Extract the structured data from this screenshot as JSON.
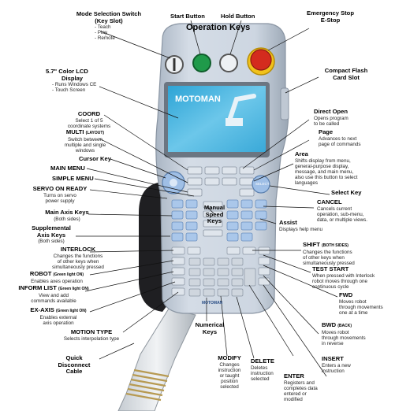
{
  "top": {
    "mode_switch": {
      "title1": "Mode Selection Switch",
      "title2": "(Key Slot)",
      "items": [
        "- Teach",
        "- Play",
        "- Remote"
      ]
    },
    "start": "Start Button",
    "hold": "Hold Button",
    "estop1": "Emergency Stop",
    "estop2": "E-Stop",
    "operation_keys": "Operation Keys"
  },
  "left": {
    "lcd": {
      "title1": "5.7\" Color LCD",
      "title2": "Display",
      "items": [
        "- Runs Windows CE",
        "- Touch Screen"
      ]
    },
    "coord": {
      "title": "COORD",
      "desc": [
        "Select 1 of 5",
        "coordinate systems"
      ]
    },
    "multi": {
      "title": "MULTI",
      "small": "(LAYOUT)",
      "desc": [
        "Switch between",
        "multiple and single",
        "windows"
      ]
    },
    "cursor": "Cursor Key",
    "main_menu": "MAIN MENU",
    "simple_menu": "SIMPLE MENU",
    "servo": {
      "title": "SERVO ON READY",
      "desc": [
        "Turns on servo",
        "power supply"
      ]
    },
    "main_axis": {
      "title": "Main Axis Keys",
      "desc": [
        "(Both sides)"
      ]
    },
    "supp_axis": {
      "title1": "Supplemental",
      "title2": "Axis Keys",
      "desc": [
        "(Both sides)"
      ]
    },
    "interlock": {
      "title": "INTERLOCK",
      "desc": [
        "Changes the functions",
        "of other keys when",
        "simultaneously pressed"
      ]
    },
    "robot": {
      "title": "ROBOT",
      "small": "(Green light ON)",
      "desc": [
        "Enables axes operation"
      ]
    },
    "inform": {
      "title": "INFORM LIST",
      "small": "(Green light ON)",
      "desc": [
        "View and add",
        "commands available"
      ]
    },
    "ex_axis": {
      "title": "EX-AXIS",
      "small": "(Green light ON)",
      "desc": [
        "Enables external",
        "axis operation"
      ]
    },
    "motion": {
      "title": "MOTION TYPE",
      "desc": [
        "Selects interpolation type"
      ]
    },
    "quick": {
      "title": [
        "Quick",
        "Disconnect",
        "Cable"
      ]
    }
  },
  "center": {
    "manual_speed": [
      "Manual",
      "Speed",
      "Keys"
    ],
    "numerical": [
      "Numerical",
      "Keys"
    ],
    "modify": {
      "title": "MODIFY",
      "desc": [
        "Changes",
        "instruction",
        "or taught",
        "position",
        "selected"
      ]
    },
    "delete": {
      "title": "DELETE",
      "desc": [
        "Deletes",
        "instruction",
        "selected"
      ]
    },
    "enter": {
      "title": "ENTER",
      "desc": [
        "Registers and",
        "completes data",
        "entered or",
        "modified"
      ]
    }
  },
  "right": {
    "compact_flash": [
      "Compact Flash",
      "Card Slot"
    ],
    "direct_open": {
      "title": "Direct Open",
      "desc": [
        "Opens program",
        "to be called"
      ]
    },
    "page": {
      "title": "Page",
      "desc": [
        "Advances to next",
        "page of commands"
      ]
    },
    "area": {
      "title": "Area",
      "desc": [
        "Shifts display from menu,",
        "general-purpose display,",
        "message, and main menu,",
        "also use this button to select",
        "languages"
      ]
    },
    "select": "Select Key",
    "cancel": {
      "title": "CANCEL",
      "desc": [
        "Cancels current",
        "operation, sub-menu,",
        "data, or multiple views."
      ]
    },
    "assist": {
      "title": "Assist",
      "desc": [
        "Displays help menu"
      ]
    },
    "shift": {
      "title": "SHIFT",
      "small": "(BOTH SIDES)",
      "desc": [
        "Changes the functions",
        "of other keys when",
        "simultaneously pressed"
      ]
    },
    "test_start": {
      "title": "TEST START",
      "desc": [
        "When pressed with Interlock",
        "robot moves through one",
        "continuous cycle"
      ]
    },
    "fwd": {
      "title": "FWD",
      "desc": [
        "Moves robot",
        "through movements",
        "one at a time"
      ]
    },
    "bwd": {
      "title": "BWD",
      "small": "(BACK)",
      "desc": [
        "Moves robot",
        "through movements",
        "in reverse"
      ]
    },
    "insert": {
      "title": "INSERT",
      "desc": [
        "Enters a new",
        "instruction"
      ]
    }
  },
  "device": {
    "brand": "MOTOMAN",
    "select_key_text": "SELECT",
    "colors": {
      "body": "#c9d3df",
      "screen": "#49b7de",
      "start_button": "#1f9a4a",
      "estop": "#d42b1e",
      "estop_ring": "#f1c21b",
      "keys": "#aac7ea"
    }
  }
}
